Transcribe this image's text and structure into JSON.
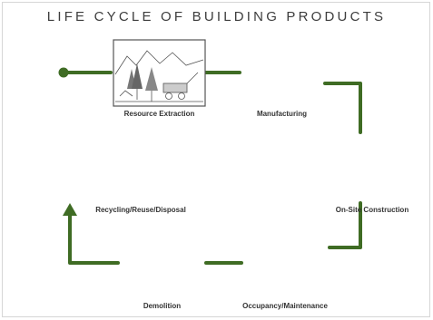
{
  "title": "LIFE CYCLE OF BUILDING PRODUCTS",
  "colors": {
    "connector": "#3f6c24",
    "ink": "#4a4a4a",
    "frame": "#d6d6d6"
  },
  "stages": [
    {
      "id": "resource-extraction",
      "label": "Resource Extraction"
    },
    {
      "id": "manufacturing",
      "label": "Manufacturing"
    },
    {
      "id": "on-site-construction",
      "label": "On-Site Construction"
    },
    {
      "id": "occupancy-maintenance",
      "label": "Occupancy/Maintenance"
    },
    {
      "id": "demolition",
      "label": "Demolition"
    },
    {
      "id": "recycling-reuse-disposal",
      "label": "Recycling/Reuse/Disposal"
    }
  ]
}
